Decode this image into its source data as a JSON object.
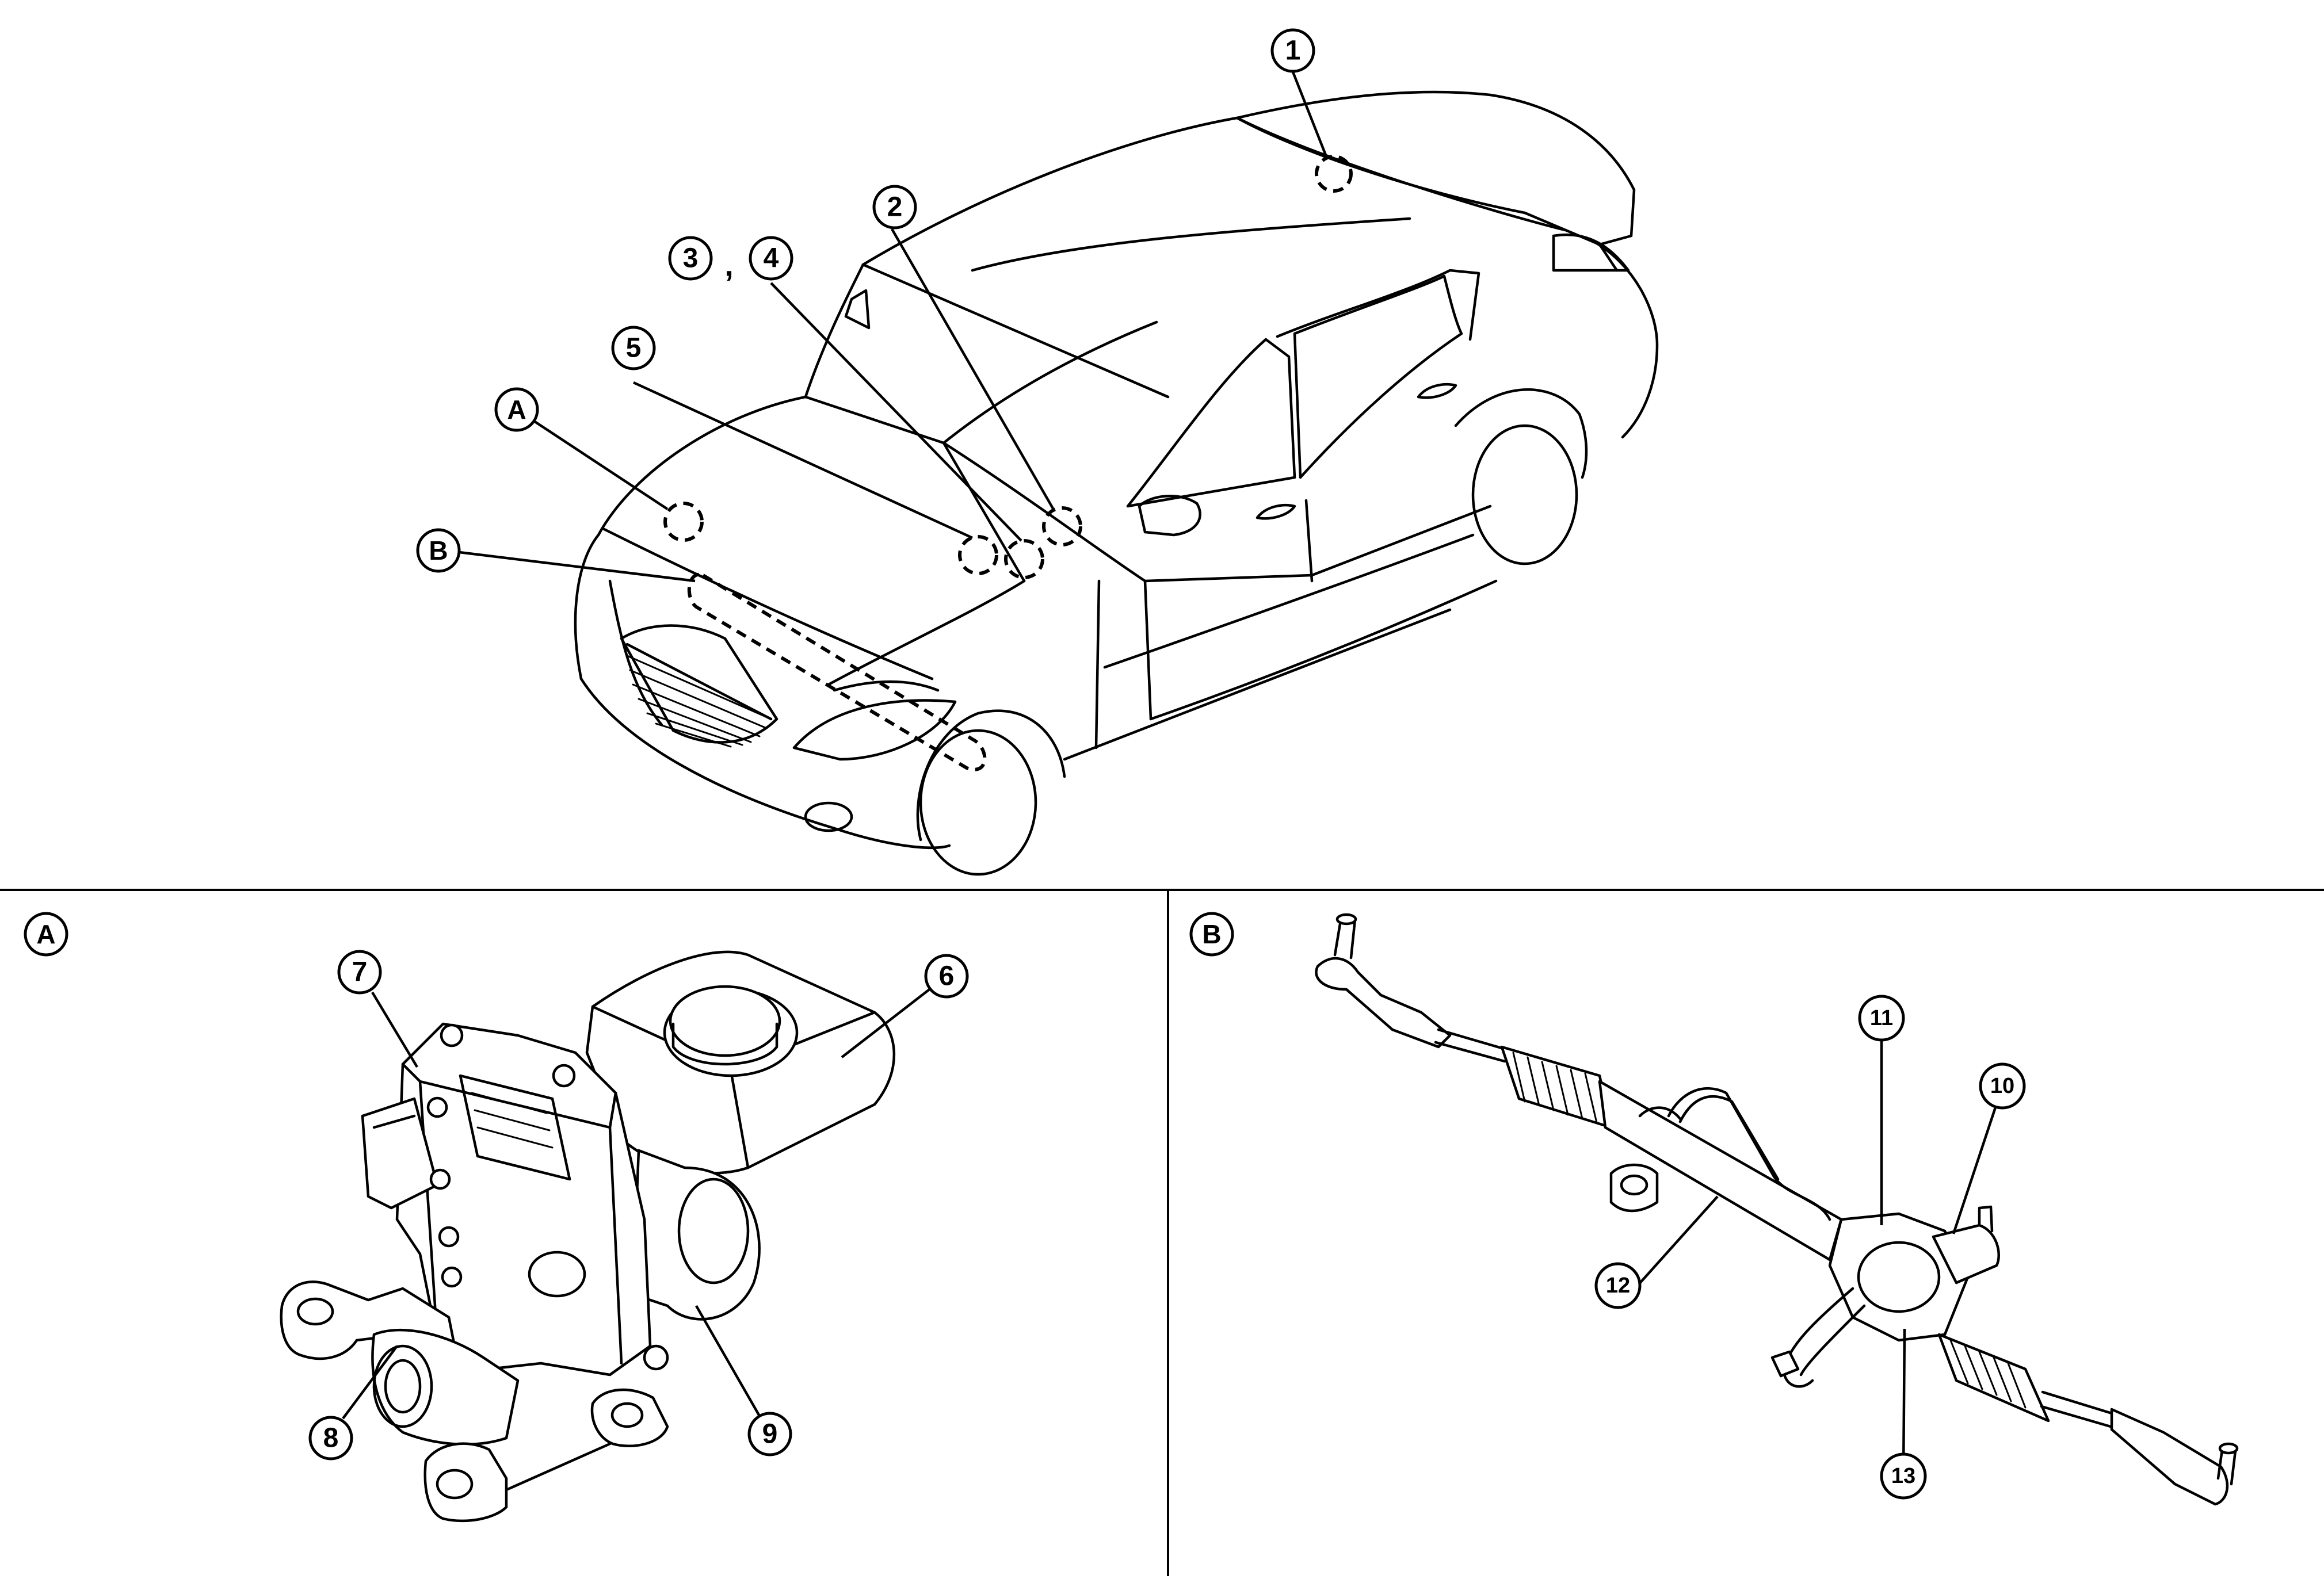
{
  "callouts": {
    "c1": "1",
    "c2": "2",
    "c3": "3",
    "c34_separator": ",",
    "c4": "4",
    "c5": "5",
    "cA": "A",
    "cB": "B",
    "c6": "6",
    "c7": "7",
    "c8": "8",
    "c9": "9",
    "c10": "10",
    "c11": "11",
    "c12": "12",
    "c13": "13"
  },
  "panels": {
    "detail_a_label": "A",
    "detail_b_label": "B"
  }
}
